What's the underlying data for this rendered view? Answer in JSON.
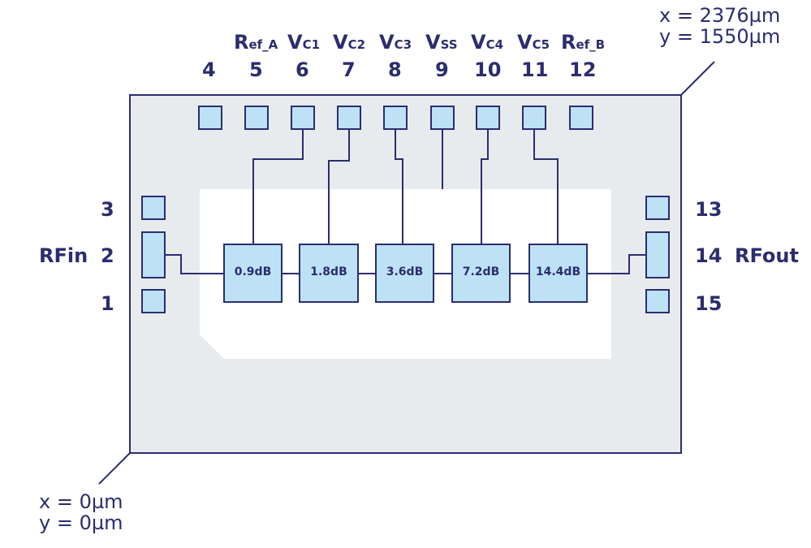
{
  "corners": {
    "top_right": {
      "x": "x = 2376µm",
      "y": "y = 1550µm"
    },
    "bottom_left": {
      "x": "x = 0µm",
      "y": "y = 0µm"
    }
  },
  "top_pads": [
    {
      "num": "4",
      "sig_main": "",
      "sig_sub": ""
    },
    {
      "num": "5",
      "sig_main": "R",
      "sig_sub": "ef_A"
    },
    {
      "num": "6",
      "sig_main": "V",
      "sig_sub": "C1"
    },
    {
      "num": "7",
      "sig_main": "V",
      "sig_sub": "C2"
    },
    {
      "num": "8",
      "sig_main": "V",
      "sig_sub": "C3"
    },
    {
      "num": "9",
      "sig_main": "V",
      "sig_sub": "SS"
    },
    {
      "num": "10",
      "sig_main": "V",
      "sig_sub": "C4"
    },
    {
      "num": "11",
      "sig_main": "V",
      "sig_sub": "C5"
    },
    {
      "num": "12",
      "sig_main": "R",
      "sig_sub": "ef_B"
    }
  ],
  "left_pads": [
    {
      "num": "3",
      "label": ""
    },
    {
      "num": "2",
      "label": "RFin"
    },
    {
      "num": "1",
      "label": ""
    }
  ],
  "right_pads": [
    {
      "num": "13",
      "label": ""
    },
    {
      "num": "14",
      "label": "RFout"
    },
    {
      "num": "15",
      "label": ""
    }
  ],
  "attenuators": [
    "0.9dB",
    "1.8dB",
    "3.6dB",
    "7.2dB",
    "14.4dB"
  ],
  "colors": {
    "ink": "#2b2d6e",
    "die": "#e8ebee",
    "pad": "#bde2f6",
    "core": "#ffffff"
  }
}
